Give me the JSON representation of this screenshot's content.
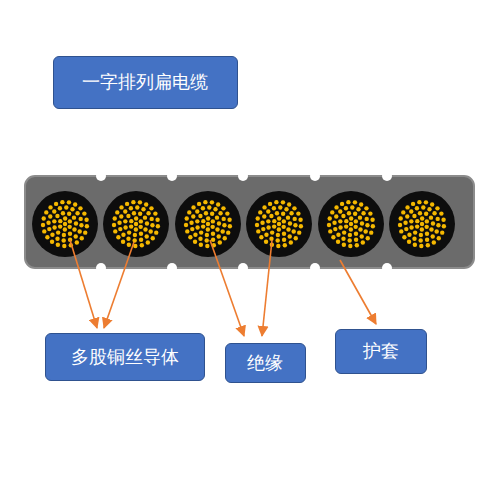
{
  "diagram": {
    "title": "一字排列扁电缆",
    "nodes": [
      {
        "text": [
          "多股铜丝导体"
        ]
      },
      {
        "text": [
          "绝缘"
        ]
      },
      {
        "text": [
          "护套"
        ]
      }
    ]
  }
}
